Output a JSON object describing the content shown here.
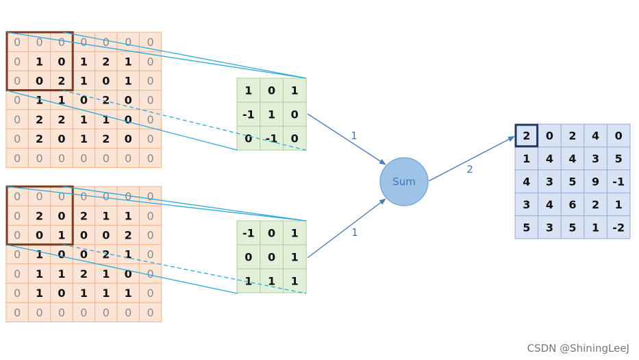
{
  "colors": {
    "input_fill": "#fbe5d6",
    "input_line": "#f4b183",
    "input_window": "#7a3b1e",
    "kernel_fill": "#e2f0d9",
    "kernel_line": "#a9d18e",
    "output_fill": "#dae3f3",
    "output_line": "#8faadc",
    "output_highlight": "#1f3864",
    "connector": "#2aa9de",
    "arrow": "#4a7ebb",
    "sum_fill": "#9dc3e6",
    "sum_stroke": "#6f9fd8"
  },
  "inputs": [
    {
      "matrix": [
        [
          "0",
          "0",
          "0",
          "0",
          "0",
          "0",
          "0"
        ],
        [
          "0",
          "1",
          "0",
          "1",
          "2",
          "1",
          "0"
        ],
        [
          "0",
          "0",
          "2",
          "1",
          "0",
          "1",
          "0"
        ],
        [
          "0",
          "1",
          "1",
          "0",
          "2",
          "0",
          "0"
        ],
        [
          "0",
          "2",
          "2",
          "1",
          "1",
          "0",
          "0"
        ],
        [
          "0",
          "2",
          "0",
          "1",
          "2",
          "0",
          "0"
        ],
        [
          "0",
          "0",
          "0",
          "0",
          "0",
          "0",
          "0"
        ]
      ]
    },
    {
      "matrix": [
        [
          "0",
          "0",
          "0",
          "0",
          "0",
          "0",
          "0"
        ],
        [
          "0",
          "2",
          "0",
          "2",
          "1",
          "1",
          "0"
        ],
        [
          "0",
          "0",
          "1",
          "0",
          "0",
          "2",
          "0"
        ],
        [
          "0",
          "1",
          "0",
          "0",
          "2",
          "1",
          "0"
        ],
        [
          "0",
          "1",
          "1",
          "2",
          "1",
          "0",
          "0"
        ],
        [
          "0",
          "1",
          "0",
          "1",
          "1",
          "1",
          "0"
        ],
        [
          "0",
          "0",
          "0",
          "0",
          "0",
          "0",
          "0"
        ]
      ]
    }
  ],
  "kernels": [
    {
      "matrix": [
        [
          "1",
          "0",
          "1"
        ],
        [
          "-1",
          "1",
          "0"
        ],
        [
          "0",
          "-1",
          "0"
        ]
      ]
    },
    {
      "matrix": [
        [
          "-1",
          "0",
          "1"
        ],
        [
          "0",
          "0",
          "1"
        ],
        [
          "1",
          "1",
          "1"
        ]
      ]
    }
  ],
  "edge_labels": [
    "1",
    "1",
    "2"
  ],
  "sum_label": "Sum",
  "output": {
    "matrix": [
      [
        "2",
        "0",
        "2",
        "4",
        "0"
      ],
      [
        "1",
        "4",
        "4",
        "3",
        "5"
      ],
      [
        "4",
        "3",
        "5",
        "9",
        "-1"
      ],
      [
        "3",
        "4",
        "6",
        "2",
        "1"
      ],
      [
        "5",
        "3",
        "5",
        "1",
        "-2"
      ]
    ]
  },
  "watermark": "CSDN @ShiningLeeJ"
}
